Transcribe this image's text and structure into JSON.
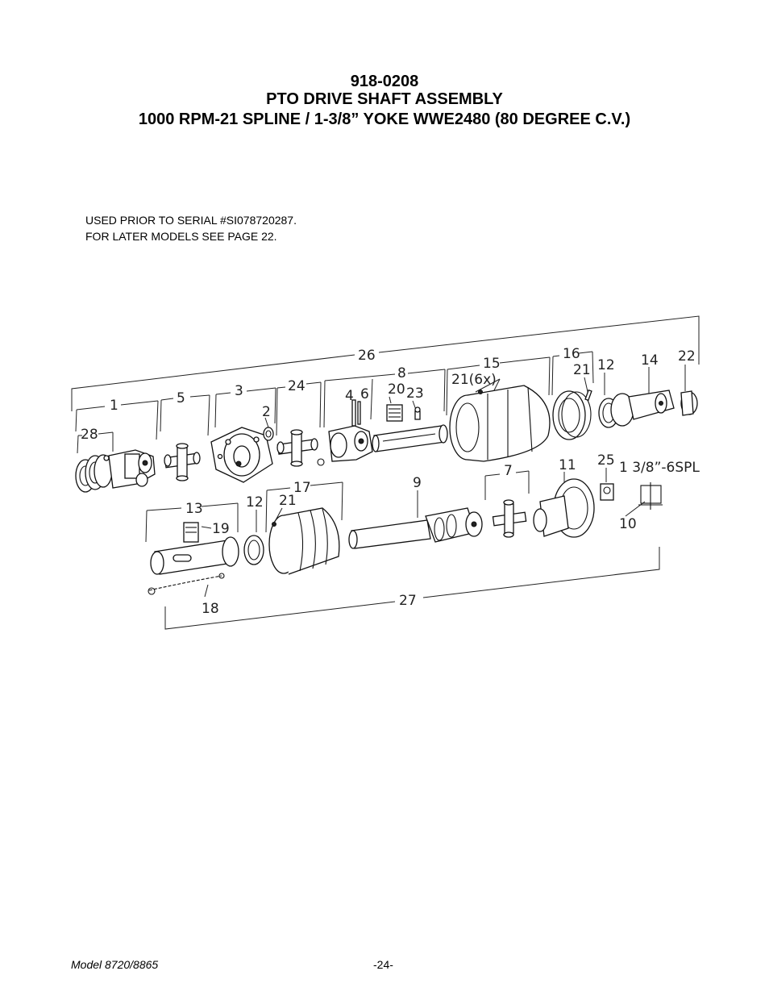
{
  "header": {
    "part_number": "918-0208",
    "assembly_name": "PTO DRIVE SHAFT ASSEMBLY",
    "spec": "1000 RPM-21 SPLINE / 1-3/8” YOKE  WWE2480 (80 DEGREE C.V.)"
  },
  "notes": {
    "line1": "USED PRIOR TO SERIAL #SI078720287.",
    "line2": "FOR LATER MODELS SEE PAGE 22."
  },
  "diagram": {
    "callouts": {
      "c26": "26",
      "c1": "1",
      "c5": "5",
      "c3": "3",
      "c24": "24",
      "c2": "2",
      "c28": "28",
      "c4": "4",
      "c6": "6",
      "c8": "8",
      "c20": "20",
      "c23": "23",
      "c15": "15",
      "c21_6x": "21(6x)",
      "c16": "16",
      "c21a": "21",
      "c12a": "12",
      "c14": "14",
      "c22": "22",
      "c25": "25",
      "c7": "7",
      "c11": "11",
      "c13": "13",
      "c12b": "12",
      "c17": "17",
      "c21b": "21",
      "c9": "9",
      "c19": "19",
      "c18": "18",
      "c10": "10",
      "c27": "27",
      "spline": "1 3/8”-6SPL"
    }
  },
  "footer": {
    "model": "Model 8720/8865",
    "page": "-24-"
  }
}
